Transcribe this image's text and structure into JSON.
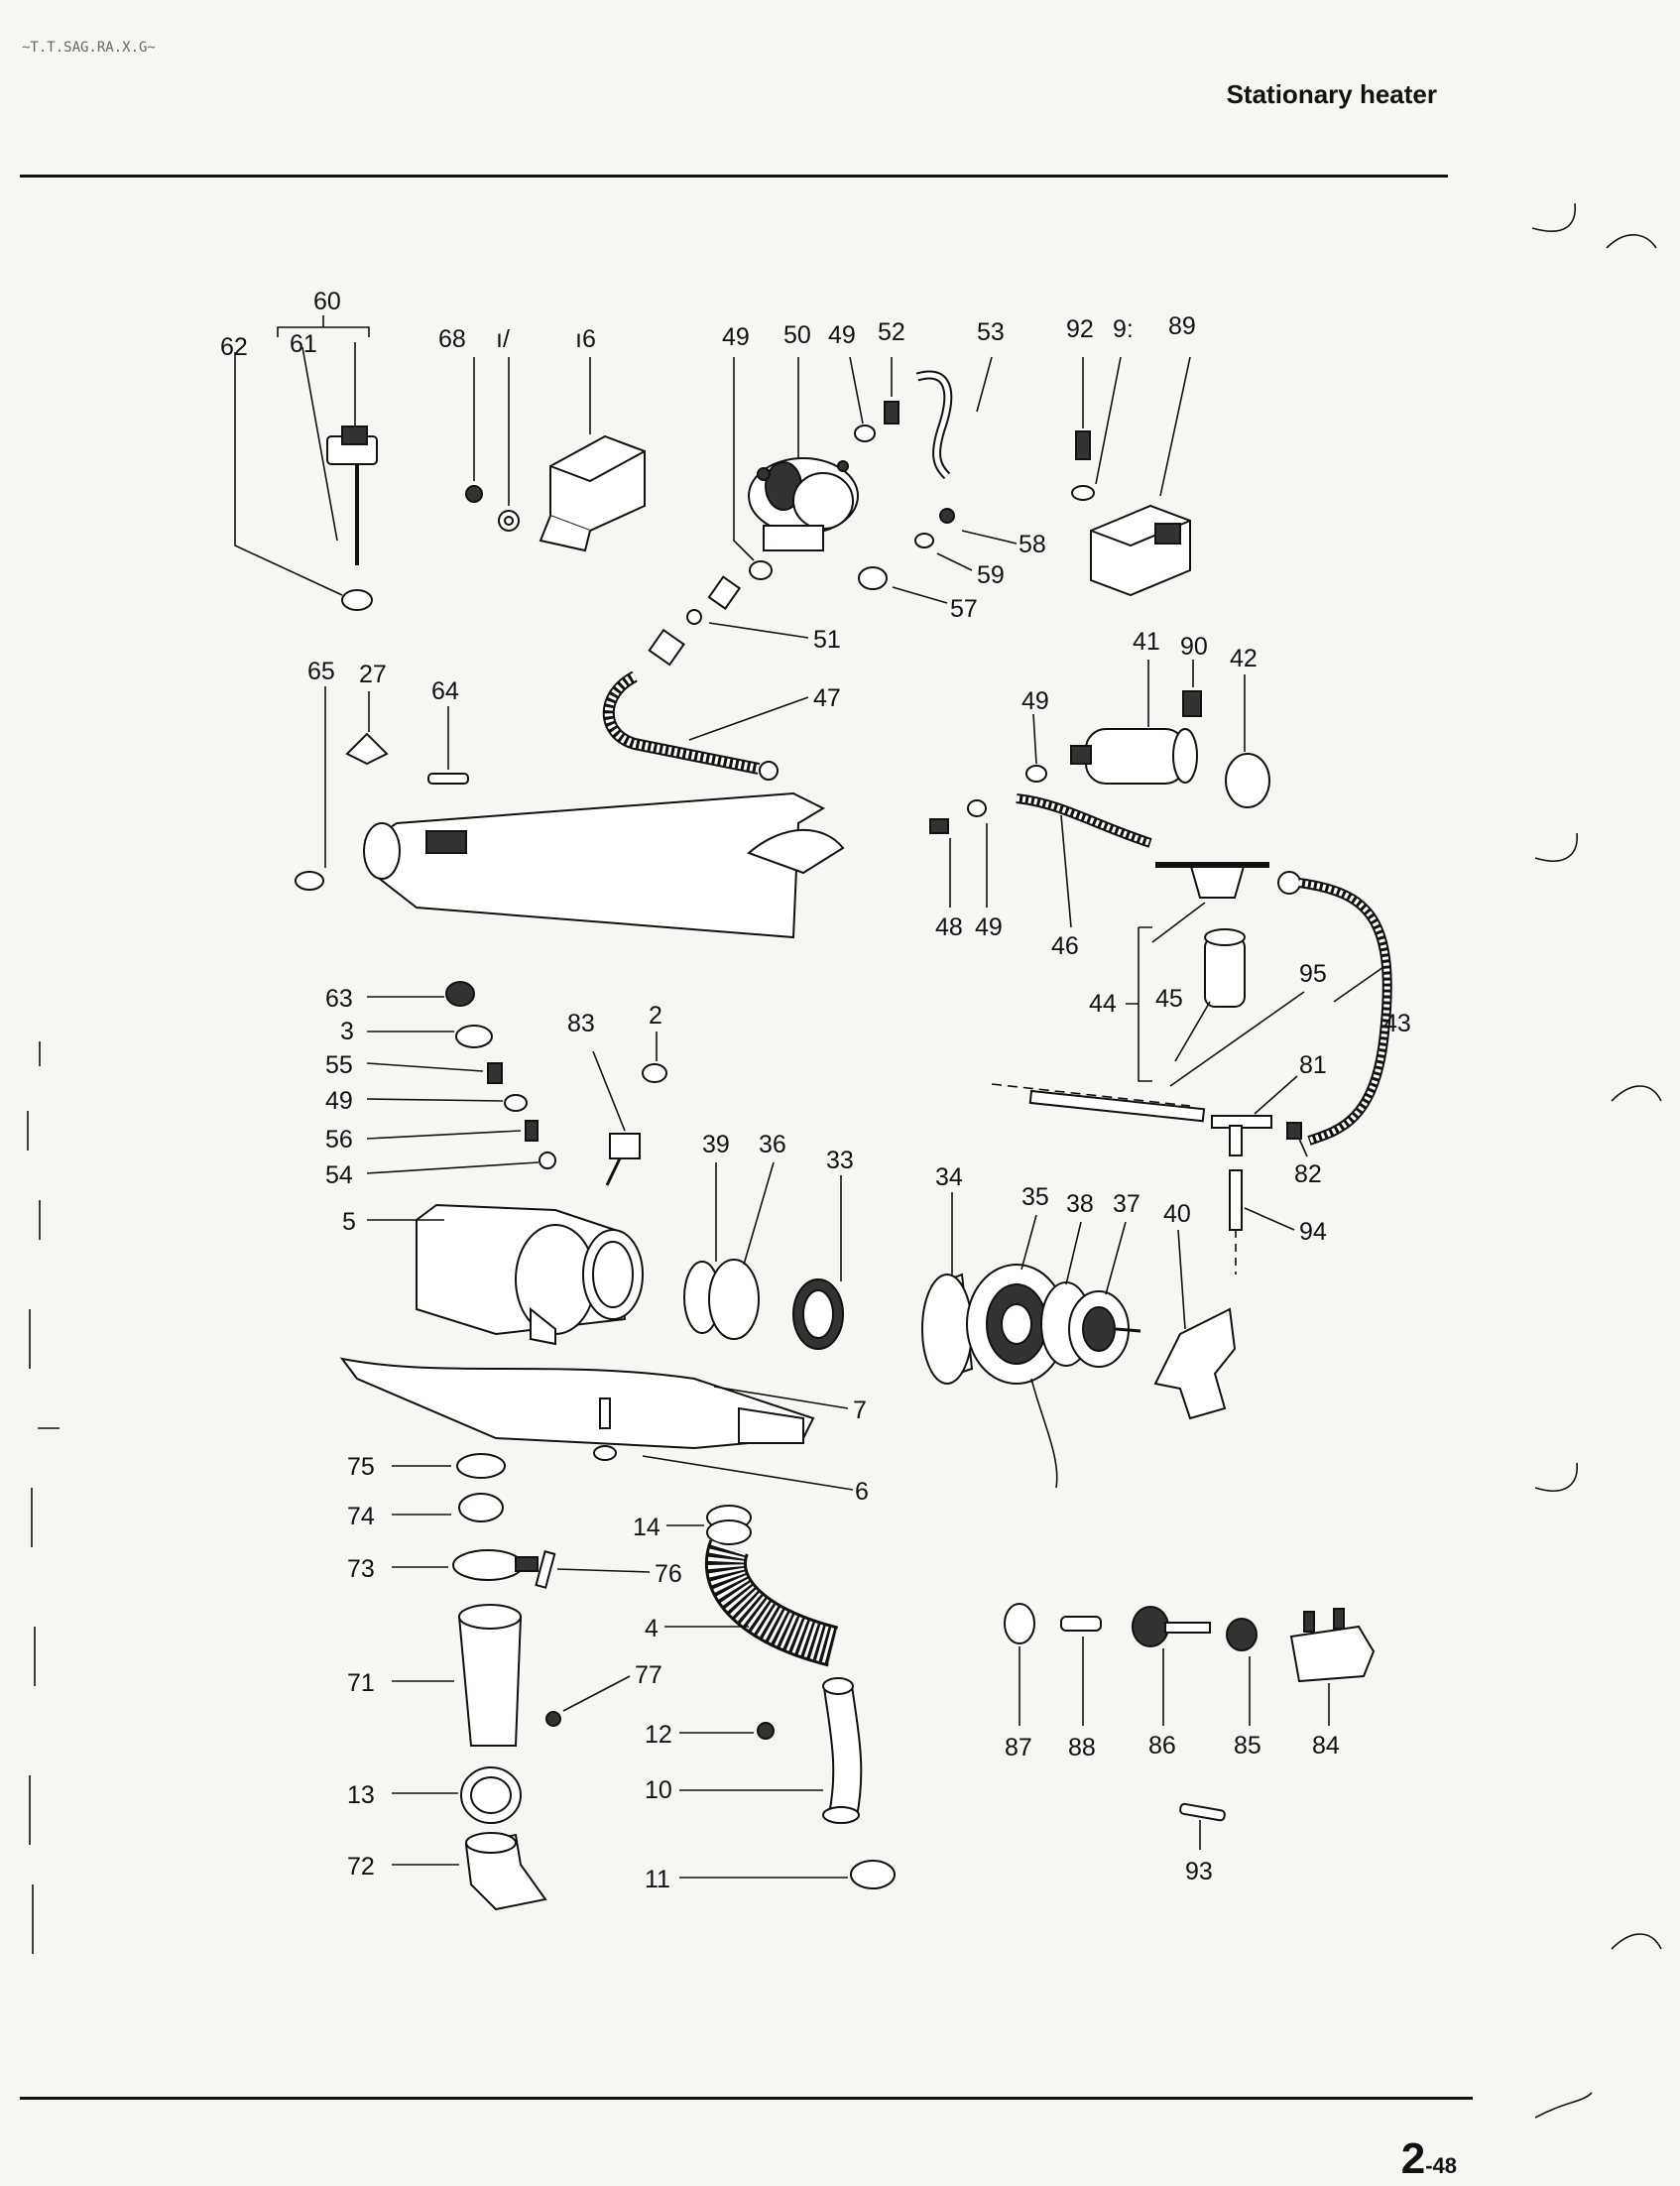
{
  "header": {
    "title": "Stationary heater",
    "scan_mark": "~T.T.SAG.RA.X.G~"
  },
  "footer": {
    "page_number": "2",
    "page_suffix": "-48"
  },
  "callouts": {
    "c60": "60",
    "c61": "61",
    "c62": "62",
    "c68": "68",
    "c67": "ı/",
    "c66": "ı6",
    "c49a": "49",
    "c50": "50",
    "c49b": "49",
    "c52": "52",
    "c53": "53",
    "c92": "92",
    "c91": "9:",
    "c89": "89",
    "c58": "58",
    "c59": "59",
    "c57": "57",
    "c51": "51",
    "c47": "47",
    "c65": "65",
    "c27": "27",
    "c64": "64",
    "c41": "41",
    "c90": "90",
    "c42": "42",
    "c49c": "49",
    "c48": "48",
    "c49d": "49",
    "c46": "46",
    "c44": "44",
    "c45": "45",
    "c95": "95",
    "c43": "43",
    "c81": "81",
    "c82": "82",
    "c94": "94",
    "c63": "63",
    "c3": "3",
    "c55": "55",
    "c49e": "49",
    "c56": "56",
    "c54": "54",
    "c5": "5",
    "c83": "83",
    "c2": "2",
    "c39": "39",
    "c36": "36",
    "c33": "33",
    "c7": "7",
    "c6": "6",
    "c34": "34",
    "c35": "35",
    "c38": "38",
    "c37": "37",
    "c40": "40",
    "c75": "75",
    "c74": "74",
    "c73": "73",
    "c76": "76",
    "c71": "71",
    "c77": "77",
    "c13": "13",
    "c72": "72",
    "c14": "14",
    "c4": "4",
    "c12": "12",
    "c10": "10",
    "c11": "11",
    "c87": "87",
    "c88": "88",
    "c86": "86",
    "c85": "85",
    "c84": "84",
    "c93": "93"
  }
}
